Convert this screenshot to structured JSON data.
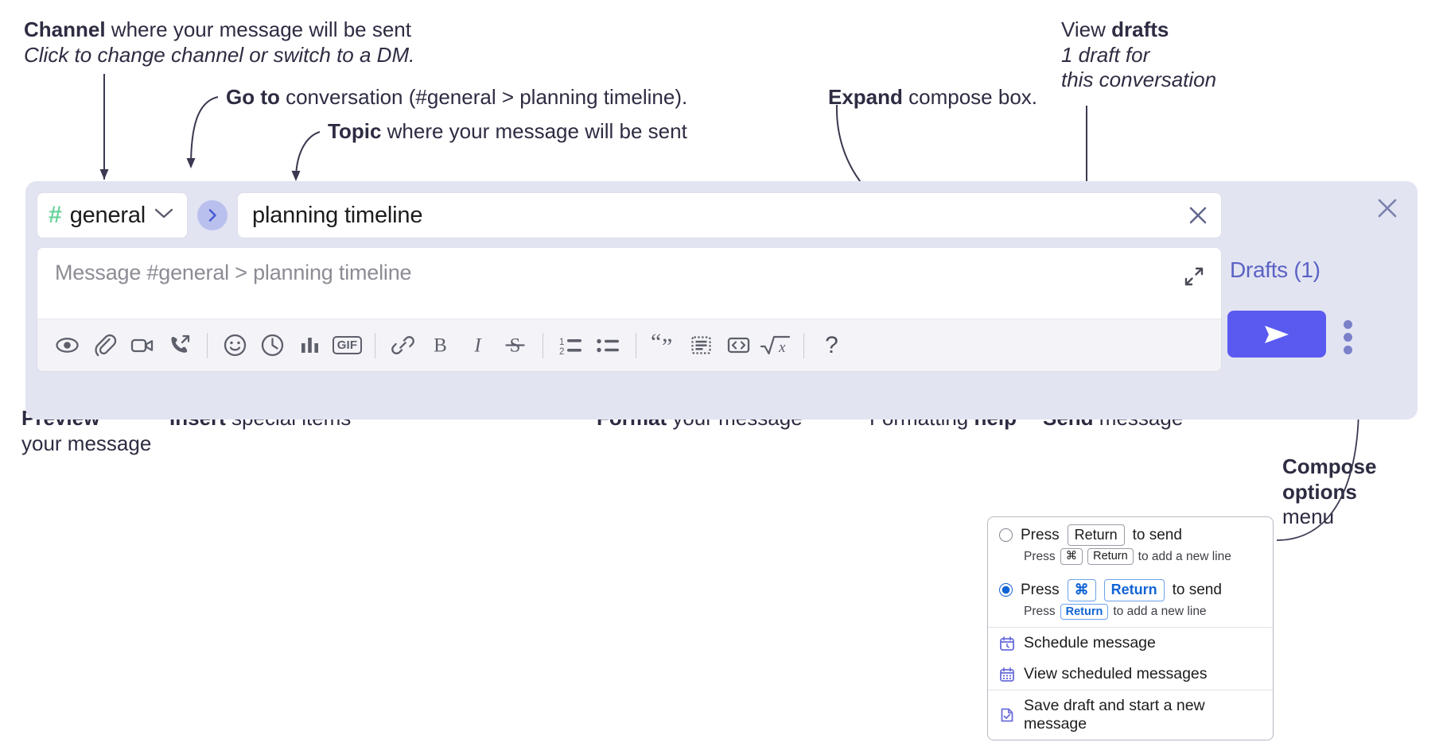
{
  "annotations": {
    "channel_title_bold": "Channel",
    "channel_title_rest": " where your message will be sent",
    "channel_sub": "Click to change channel or switch to a DM.",
    "goto_bold": "Go to",
    "goto_rest": " conversation (#general > planning timeline).",
    "topic_bold": "Topic",
    "topic_rest": " where your message will be sent",
    "expand_bold": "Expand",
    "expand_rest": " compose box.",
    "drafts_line1_rest": "View ",
    "drafts_line1_bold": "drafts",
    "drafts_line2": "1 draft for",
    "drafts_line3": "this conversation",
    "preview_bold": "Preview",
    "preview_line2": "your message",
    "insert_bold": "Insert",
    "insert_rest": " special items",
    "format_bold": "Format",
    "format_rest": " your message",
    "help_rest": "Formatting ",
    "help_bold": "help",
    "send_bold": "Send",
    "send_rest": " message",
    "compose_bold_line1": "Compose",
    "compose_bold_line2": "options",
    "compose_line3": "menu"
  },
  "compose": {
    "channel": {
      "hash": "#",
      "name": "general",
      "chevron_icon": "chevron-down-icon"
    },
    "goto_icon": "chevron-right-icon",
    "topic": {
      "value": "planning timeline",
      "clear_icon": "close-icon"
    },
    "editor": {
      "placeholder": "Message #general > planning timeline",
      "expand_icon": "expand-icon"
    },
    "toolbar": [
      {
        "name": "preview-icon",
        "label": "Preview"
      },
      {
        "name": "attachment-icon",
        "label": "Attach file"
      },
      {
        "name": "video-icon",
        "label": "Record video clip"
      },
      {
        "name": "audio-call-icon",
        "label": "Record audio clip"
      },
      {
        "name": "emoji-icon",
        "label": "Emoji"
      },
      {
        "name": "clock-icon",
        "label": "Reminder"
      },
      {
        "name": "poll-icon",
        "label": "Poll"
      },
      {
        "name": "gif-icon",
        "label": "GIF"
      },
      {
        "name": "link-icon",
        "label": "Link"
      },
      {
        "name": "bold-icon",
        "label": "B"
      },
      {
        "name": "italic-icon",
        "label": "I"
      },
      {
        "name": "strikethrough-icon",
        "label": "S"
      },
      {
        "name": "ordered-list-icon",
        "label": "Ordered list"
      },
      {
        "name": "bulleted-list-icon",
        "label": "Bulleted list"
      },
      {
        "name": "blockquote-icon",
        "label": "Blockquote"
      },
      {
        "name": "code-block-icon",
        "label": "Code block"
      },
      {
        "name": "inline-code-icon",
        "label": "Code"
      },
      {
        "name": "latex-icon",
        "label": "Math"
      },
      {
        "name": "help-icon",
        "label": "?"
      }
    ],
    "right": {
      "close_icon": "close-icon",
      "drafts_label": "Drafts (1)",
      "send_icon": "send-icon",
      "kebab_icon": "kebab-menu-icon"
    }
  },
  "options_menu": {
    "option_return": {
      "selected": false,
      "press": "Press",
      "key": "Return",
      "suffix": "to send",
      "sub_press": "Press",
      "sub_key_cmd": "⌘",
      "sub_key_return": "Return",
      "sub_suffix": "to add a new line"
    },
    "option_cmd_return": {
      "selected": true,
      "press": "Press",
      "key_cmd": "⌘",
      "key_return": "Return",
      "suffix": "to send",
      "sub_press": "Press",
      "sub_key_return": "Return",
      "sub_suffix": "to add a new line"
    },
    "items": [
      {
        "icon": "calendar-clock-icon",
        "label": "Schedule message"
      },
      {
        "icon": "calendar-grid-icon",
        "label": "View scheduled messages"
      },
      {
        "icon": "save-draft-icon",
        "label": "Save draft and start a new message"
      }
    ]
  },
  "colors": {
    "panel_bg": "#e2e4f2",
    "send_button": "#5a5af0",
    "accent_link": "#5b62c4",
    "hash_green": "#6ad49b",
    "radio_blue": "#1264d4"
  }
}
